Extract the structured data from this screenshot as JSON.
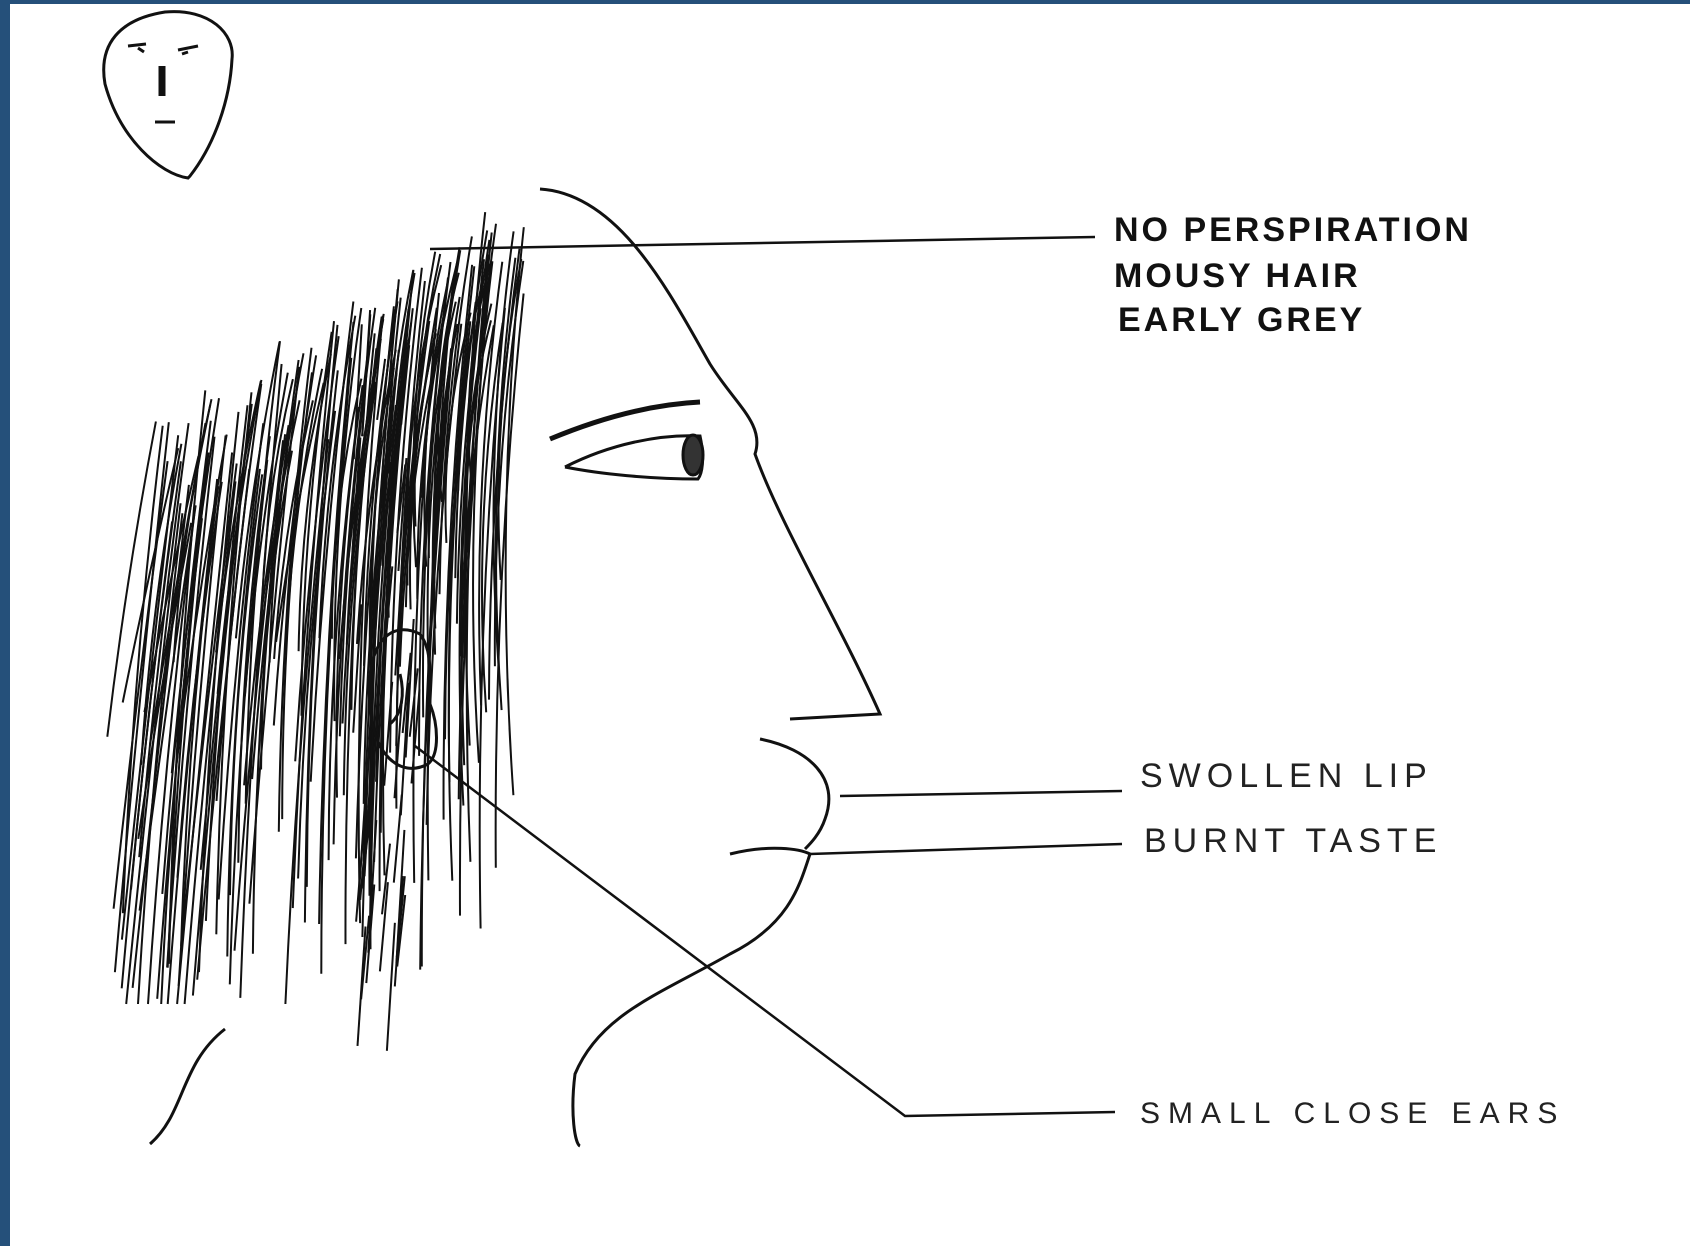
{
  "labels": {
    "no_perspiration": "NO PERSPIRATION",
    "mousy_hair": "MOUSY HAIR",
    "early_grey": "EARLY GREY",
    "swollen_lip": "SWOLLEN LIP",
    "burnt_taste": "BURNT TASTE",
    "small_close_ears": "SMALL CLOSE EARS"
  },
  "colors": {
    "frame": "#25507a",
    "paper": "#ffffff",
    "ink": "#111111"
  }
}
